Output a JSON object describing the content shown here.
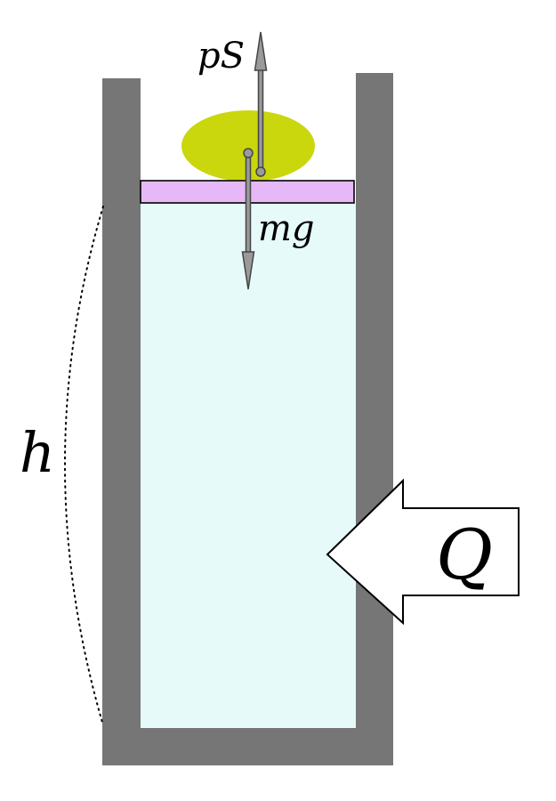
{
  "labels": {
    "pressure_force": "pS",
    "gravity_force": "mg",
    "height": "h",
    "heat": "Q"
  },
  "colors": {
    "wall": "#767676",
    "gas": "#e6fafa",
    "piston": "#e6b8f8",
    "load": "#c9d70c",
    "arrow_fill": "#9a9a9a",
    "arrow_stroke": "#454545",
    "heat_arrow_fill": "#ffffff",
    "heat_arrow_stroke": "#000000",
    "text": "#000000"
  }
}
